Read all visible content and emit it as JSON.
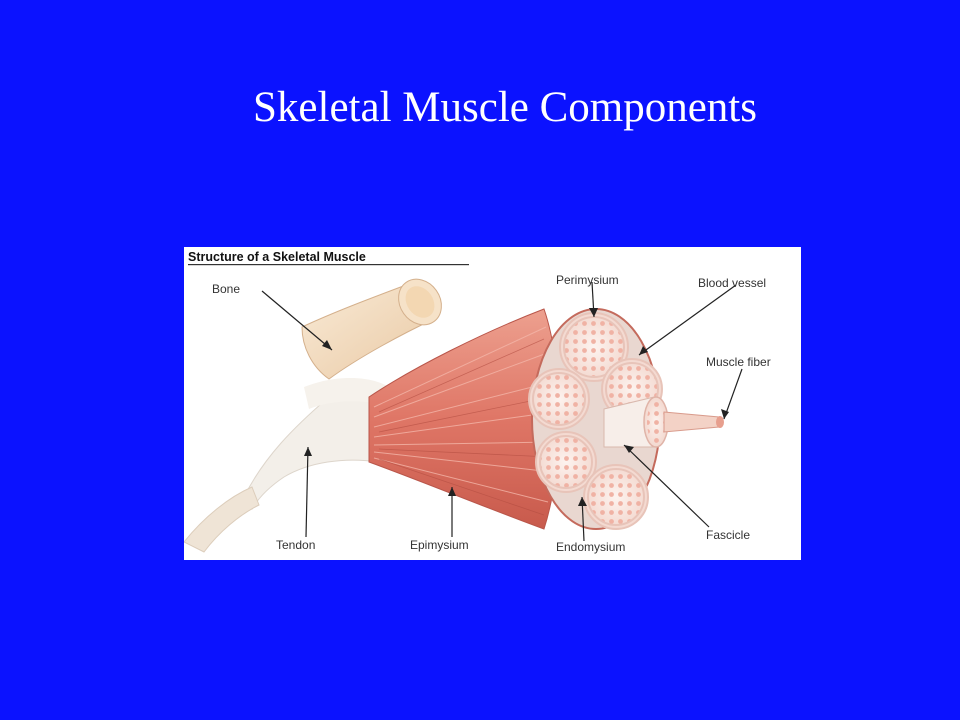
{
  "slide": {
    "title": "Skeletal Muscle Components",
    "background_color": "#0b12ff"
  },
  "figure": {
    "heading": "Structure of a Skeletal Muscle",
    "labels": {
      "bone": "Bone",
      "perimysium": "Perimysium",
      "blood_vessel": "Blood vessel",
      "muscle_fiber": "Muscle fiber",
      "fascicle": "Fascicle",
      "endomysium": "Endomysium",
      "epimysium": "Epimysium",
      "tendon": "Tendon"
    },
    "colors": {
      "muscle": "#e27f70",
      "muscle_dark": "#c9574a",
      "bone": "#f3dcc0",
      "fascicle_fill": "#f8e6e0",
      "tissue": "#f2eee8"
    }
  }
}
